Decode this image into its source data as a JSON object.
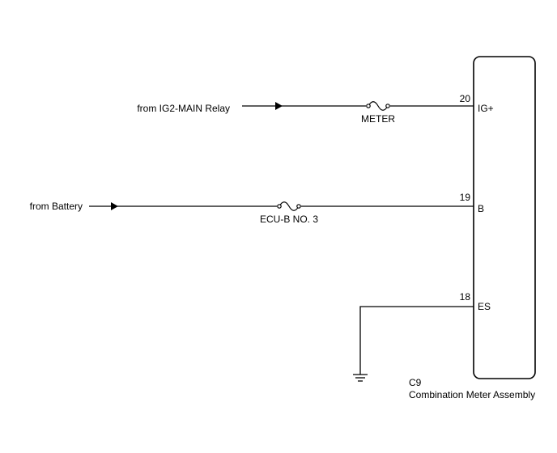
{
  "circuits": [
    {
      "source_label": "from IG2-MAIN Relay",
      "fuse_label": "METER",
      "pin_number": "20",
      "terminal_label": "IG+"
    },
    {
      "source_label": "from Battery",
      "fuse_label": "ECU-B NO. 3",
      "pin_number": "19",
      "terminal_label": "B"
    },
    {
      "source_label": "",
      "fuse_label": "",
      "pin_number": "18",
      "terminal_label": "ES"
    }
  ],
  "component": {
    "connector_code": "C9",
    "name": "Combination Meter Assembly"
  },
  "icons": {
    "arrow": "direction-arrow-icon",
    "fuse": "fuse-icon",
    "ground": "ground-icon"
  },
  "colors": {
    "line": "#000000",
    "background": "#ffffff"
  }
}
